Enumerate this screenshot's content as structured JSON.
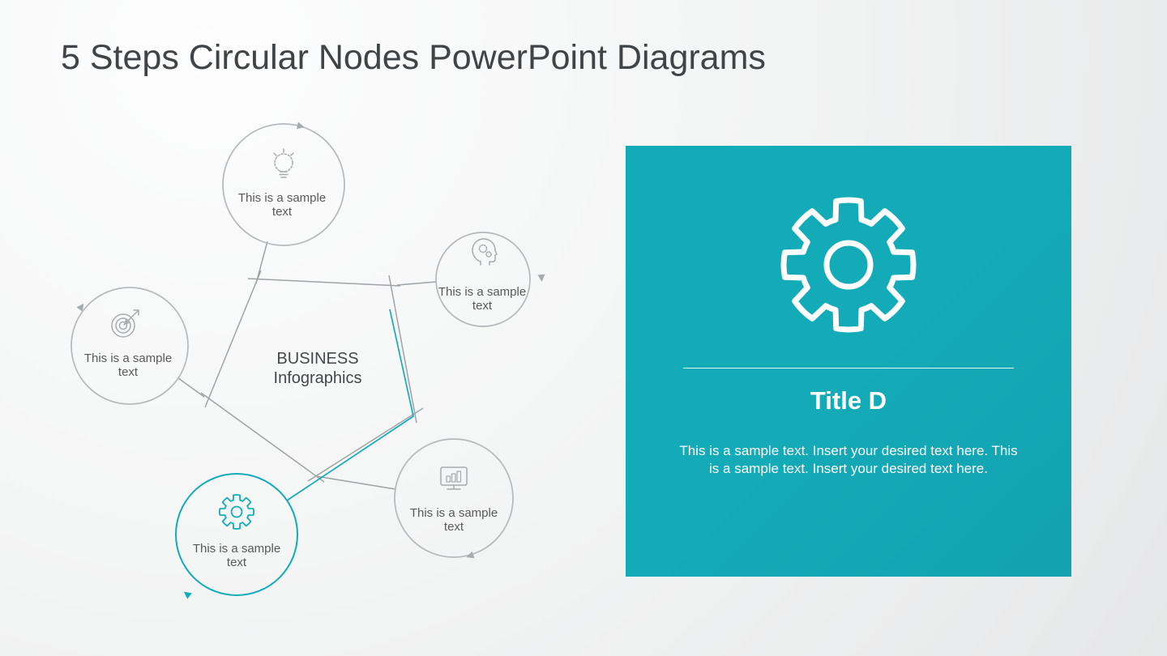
{
  "slide": {
    "title": "5 Steps Circular Nodes PowerPoint Diagrams"
  },
  "diagram": {
    "center_label": "BUSINESS Infographics",
    "nodes": [
      {
        "name": "idea",
        "icon": "lightbulb-icon",
        "label": "This is a sample text",
        "active": false
      },
      {
        "name": "mind-process",
        "icon": "head-gears-icon",
        "label": "This is a sample text",
        "active": false
      },
      {
        "name": "target",
        "icon": "target-arrow-icon",
        "label": "This is a sample text",
        "active": false
      },
      {
        "name": "analytics",
        "icon": "chart-monitor-icon",
        "label": "This is a sample text",
        "active": false
      },
      {
        "name": "settings",
        "icon": "gear-icon",
        "label": "This is a sample text",
        "active": true
      }
    ]
  },
  "panel": {
    "icon": "gear-icon",
    "title": "Title D",
    "body": "This is a sample text. Insert your desired text here. This is a sample text. Insert your desired text here."
  },
  "colors": {
    "accent": "#14abb9",
    "line_gray": "#9ea3a6",
    "title_text": "#414447",
    "node_text": "#595959",
    "panel_text": "#ffffff"
  }
}
